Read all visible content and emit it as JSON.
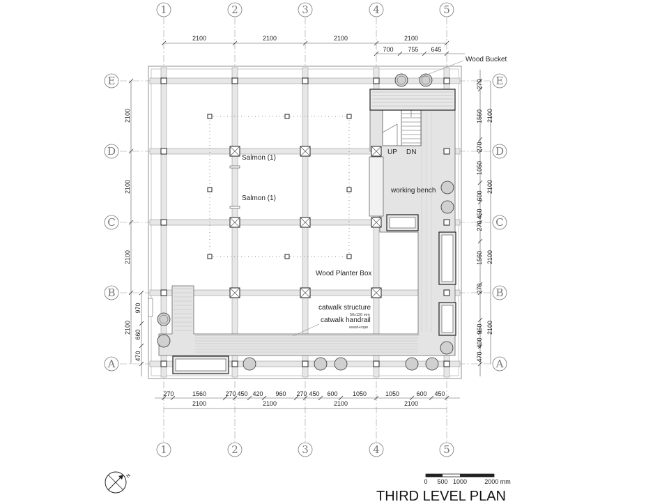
{
  "title": "THIRD LEVEL PLAN",
  "grid": {
    "columns": [
      "1",
      "2",
      "3",
      "4",
      "5"
    ],
    "rows": [
      "A",
      "B",
      "C",
      "D",
      "E"
    ]
  },
  "dims": {
    "top_main": [
      "2100",
      "2100",
      "2100",
      "2100"
    ],
    "top_sub": [
      "700",
      "755",
      "645"
    ],
    "bottom_sub": [
      "270",
      "1560",
      "270",
      "450",
      "420",
      "960",
      "270",
      "450",
      "600",
      "1050",
      "1050",
      "600",
      "450"
    ],
    "bottom_main": [
      "2100",
      "2100",
      "2100",
      "2100"
    ],
    "left_main": [
      "2100",
      "2100",
      "2100"
    ],
    "left_sub": [
      "2100",
      "970",
      "660",
      "470"
    ],
    "right_sub": [
      "270",
      "1560",
      "270",
      "1050",
      "600",
      "450",
      "270",
      "1560",
      "270",
      "960",
      "400",
      "470"
    ],
    "right_main": [
      "2100",
      "2100",
      "2100",
      "2100"
    ]
  },
  "labels": {
    "wood_bucket": "Wood Bucket",
    "salmon_1": "Salmon (1)",
    "salmon_2": "Salmon (1)",
    "up": "UP",
    "dn": "DN",
    "working_bench": "working bench",
    "wood_planter_box": "Wood Planter Box",
    "catwalk_structure": "catwalk structure",
    "catwalk_structure_note": "50x120 mm",
    "catwalk_handrail": "catwalk handrail",
    "catwalk_handrail_note": "wood+rope"
  },
  "scale_bar": {
    "ticks": [
      "0",
      "500",
      "1000",
      "2000 mm"
    ]
  },
  "north_arrow": {
    "letter": "N",
    "icon": "north-arrow-icon"
  }
}
